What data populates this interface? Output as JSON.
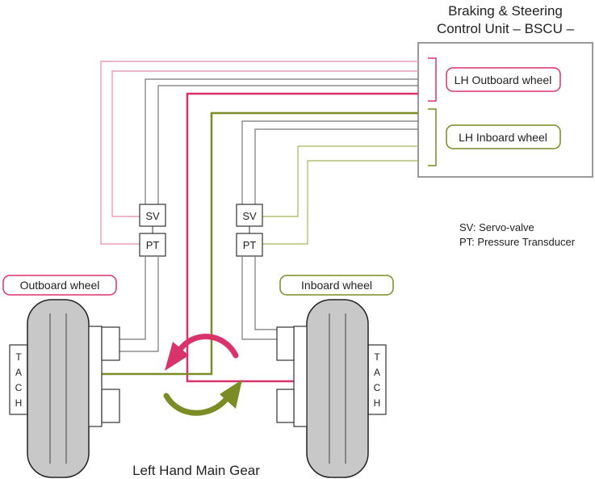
{
  "bscu": {
    "title_line1": "Braking & Steering",
    "title_line2": "Control Unit – BSCU –",
    "lh_outboard": "LH Outboard wheel",
    "lh_inboard": "LH Inboard wheel"
  },
  "components": {
    "sv": "SV",
    "pt": "PT"
  },
  "legend": {
    "sv_def": "SV: Servo-valve",
    "pt_def": "PT: Pressure Transducer"
  },
  "wheels": {
    "outboard_label": "Outboard wheel",
    "inboard_label": "Inboard wheel",
    "tach": [
      "T",
      "A",
      "C",
      "H"
    ]
  },
  "caption": "Left Hand Main Gear",
  "colors": {
    "pink": "#d8336b",
    "pink_light": "#e88aaa",
    "olive": "#7a8c23",
    "olive_light": "#a5b35c",
    "gray_line": "#777777",
    "tire": "#c8c8c8"
  }
}
